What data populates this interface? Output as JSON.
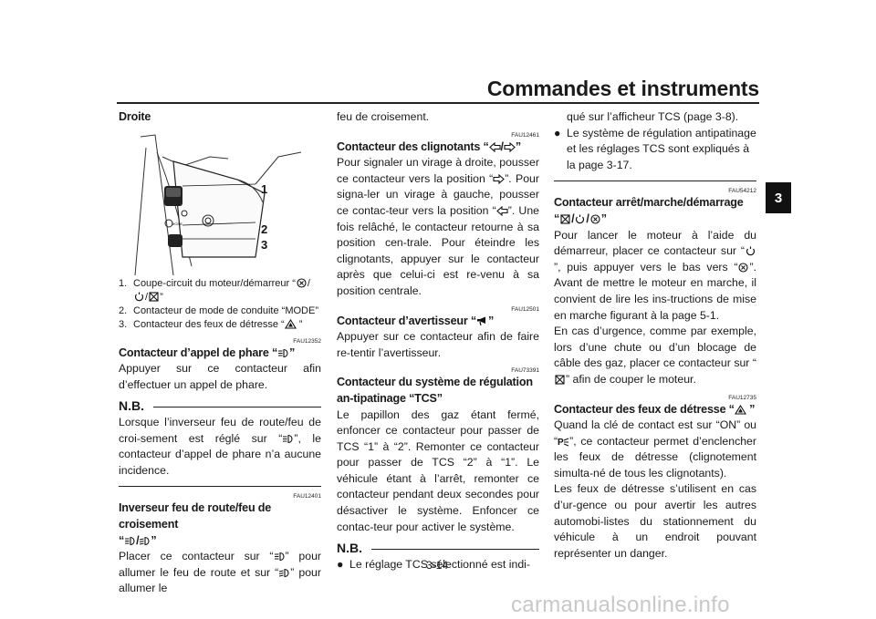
{
  "header": {
    "title": "Commandes et instruments",
    "tab": "3"
  },
  "page_number": "3-14",
  "watermark": "carmanualsonline.info",
  "col1": {
    "title": "Droite",
    "callouts": [
      "1",
      "2",
      "3"
    ],
    "mode_label": "MODE",
    "captions": [
      {
        "n": "1.",
        "pre": "Coupe-circuit du moteur/démarreur “",
        "post": "”"
      },
      {
        "n": "2.",
        "text": "Contacteur de mode de conduite “MODE”"
      },
      {
        "n": "3.",
        "pre": "Contacteur des feux de détresse “",
        "post": " ”"
      }
    ],
    "sec1": {
      "code": "FAU12352",
      "title_pre": "Contacteur d’appel de phare “",
      "title_post": "”",
      "body": "Appuyer sur ce contacteur afin d’effectuer un appel de phare."
    },
    "nb": {
      "label": "N.B.",
      "pre": "Lorsque l’inverseur feu de route/feu de croi-sement est réglé sur “",
      "post": "”, le contacteur d’appel de phare n’a aucune incidence."
    },
    "sec2": {
      "code": "FAU12401",
      "title": "Inverseur feu de route/feu de croisement",
      "t2_pre": "“",
      "t2_post": "”",
      "b1": "Placer ce contacteur sur “",
      "b2": "” pour allumer le feu de route et sur “",
      "b3": "” pour allumer le"
    }
  },
  "col2": {
    "cont": "feu de croisement.",
    "sec1": {
      "code": "FAU12461",
      "title_pre": "Contacteur des clignotants “",
      "title_post": "”",
      "b1": "Pour signaler un virage à droite, pousser ce contacteur vers la position “",
      "b2": "”. Pour signa-ler un virage à gauche, pousser ce contac-teur vers la position “",
      "b3": "”. Une fois relâché, le contacteur retourne à sa position cen-trale. Pour éteindre les clignotants, appuyer sur le contacteur après que celui-ci est re-venu à sa position centrale."
    },
    "sec2": {
      "code": "FAU12501",
      "title_pre": "Contacteur d’avertisseur “",
      "title_post": "”",
      "body": "Appuyer sur ce contacteur afin de faire re-tentir l’avertisseur."
    },
    "sec3": {
      "code": "FAU73391",
      "title": "Contacteur du système de régulation an-tipatinage “TCS”",
      "body": "Le papillon des gaz étant fermé, enfoncer ce contacteur pour passer de TCS “1” à “2”. Remonter ce contacteur pour passer de TCS “2” à “1”. Le véhicule étant à l’arrêt, remonter ce contacteur pendant deux secondes pour désactiver le système. Enfoncer ce contac-teur pour activer le système."
    },
    "nb": {
      "label": "N.B.",
      "bullet": "Le réglage TCS sélectionné est indi-"
    }
  },
  "col3": {
    "cont": "qué sur l’afficheur TCS (page 3-8).",
    "bullet2": "Le système de régulation antipatinage et les réglages TCS sont expliqués à la page 3-17.",
    "sec1": {
      "code": "FAU54212",
      "title": "Contacteur arrêt/marche/démarrage",
      "t2_pre": "“",
      "t2_post": "”",
      "b1": "Pour lancer le moteur à l’aide du démarreur, placer ce contacteur sur “",
      "b2": "”, puis appuyer vers le bas vers “",
      "b3": "”. Avant de mettre le moteur en marche, il convient de lire les ins-tructions de mise en marche figurant à la page 5-1.",
      "b4": "En cas d’urgence, comme par exemple, lors d’une chute ou d’un blocage de câble des gaz, placer ce contacteur sur “",
      "b5": "” afin de couper le moteur."
    },
    "sec2": {
      "code": "FAU12735",
      "title_pre": "Contacteur des feux de détresse “",
      "title_post": " ”",
      "b1": "Quand la clé de contact est sur “ON” ou “",
      "b2": "”, ce contacteur permet d’enclencher les feux de détresse (clignotement simulta-né de tous les clignotants).",
      "b3": "Les feux de détresse s’utilisent en cas d’ur-gence ou pour avertir les autres automobi-listes du stationnement du véhicule à un endroit pouvant représenter un danger."
    }
  }
}
